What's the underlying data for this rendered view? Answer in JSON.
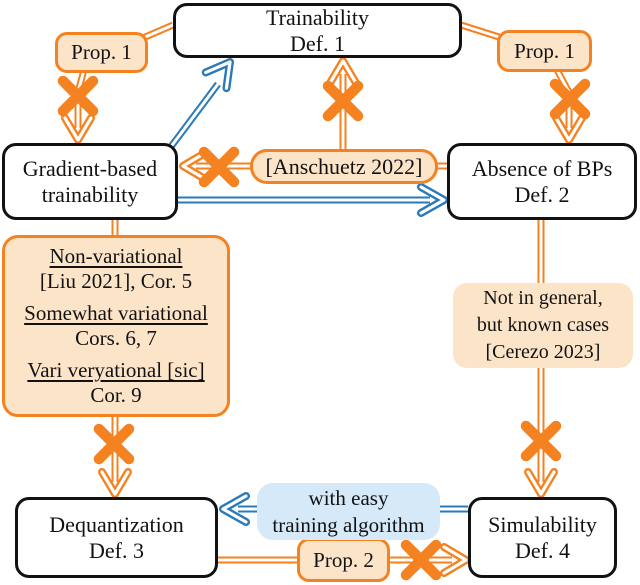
{
  "palette": {
    "arrow_orange": "#F58220",
    "fill_peach": "#FCE4C9",
    "arrow_blue": "#2A7AB9",
    "fill_light_blue": "#D5E9F8",
    "box_border_black": "#121212"
  },
  "nodes": {
    "trainability": {
      "line1": "Trainability",
      "line2": "Def. 1"
    },
    "gradient": {
      "line1": "Gradient-based",
      "line2": "trainability"
    },
    "absence": {
      "line1": "Absence of BPs",
      "line2": "Def. 2"
    },
    "dequantization": {
      "line1": "Dequantization",
      "line2": "Def. 3"
    },
    "simulability": {
      "line1": "Simulability",
      "line2": "Def. 4"
    }
  },
  "labels": {
    "prop1_left": "Prop. 1",
    "prop1_right": "Prop. 1",
    "anschuetz": "[Anschuetz 2022]",
    "prop2": "Prop. 2",
    "not_in_general": {
      "line1": "Not in general,",
      "line2": "but known cases",
      "line3": "[Cerezo 2023]"
    },
    "easy_training": {
      "line1": "with easy",
      "line2": "training algorithm"
    },
    "variational_cases": {
      "items": [
        {
          "title": "Non-variational",
          "detail": "[Liu 2021], Cor. 5"
        },
        {
          "title": "Somewhat variational",
          "detail": "Cors. 6, 7"
        },
        {
          "title": "Vari veryational [sic]",
          "detail": "Cor. 9"
        }
      ]
    }
  }
}
